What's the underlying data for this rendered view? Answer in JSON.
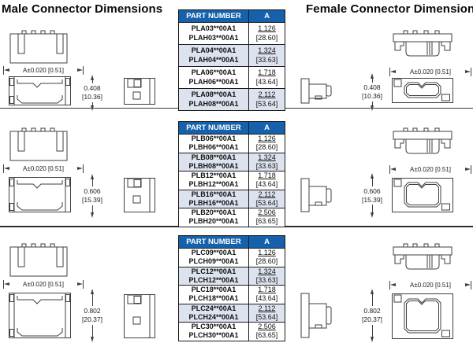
{
  "page": {
    "male_title": "Male Connector Dimensions",
    "female_title": "Female Connector Dimensions"
  },
  "table_header": {
    "part_number": "PART NUMBER",
    "a": "A"
  },
  "dim_a": "A±0.020 [0.51]",
  "sections": [
    {
      "height_in": "0.408",
      "height_mm": "[10.36]"
    },
    {
      "height_in": "0.606",
      "height_mm": "[15.39]"
    },
    {
      "height_in": "0.802",
      "height_mm": "[20.37]"
    }
  ],
  "tables": [
    {
      "rows": [
        {
          "pn1": "PLA03**00A1",
          "pn2": "PLAH03**00A1",
          "a_in": "1.126",
          "a_mm": "[28.60]"
        },
        {
          "pn1": "PLA04**00A1",
          "pn2": "PLAH04**00A1",
          "a_in": "1.324",
          "a_mm": "[33.63]"
        },
        {
          "pn1": "PLA06**00A1",
          "pn2": "PLAH06**00A1",
          "a_in": "1.718",
          "a_mm": "[43.64]"
        },
        {
          "pn1": "PLA08**00A1",
          "pn2": "PLAH08**00A1",
          "a_in": "2.112",
          "a_mm": "[53.64]"
        }
      ]
    },
    {
      "rows": [
        {
          "pn1": "PLB06**00A1",
          "pn2": "PLBH06**00A1",
          "a_in": "1.126",
          "a_mm": "[28.60]"
        },
        {
          "pn1": "PLB08**00A1",
          "pn2": "PLBH08**00A1",
          "a_in": "1.324",
          "a_mm": "[33.63]"
        },
        {
          "pn1": "PLB12**00A1",
          "pn2": "PLBH12**00A1",
          "a_in": "1.718",
          "a_mm": "[43.64]"
        },
        {
          "pn1": "PLB16**00A1",
          "pn2": "PLBH16**00A1",
          "a_in": "2.112",
          "a_mm": "[53.64]"
        },
        {
          "pn1": "PLB20**00A1",
          "pn2": "PLBH20**00A1",
          "a_in": "2.506",
          "a_mm": "[63.65]"
        }
      ]
    },
    {
      "rows": [
        {
          "pn1": "PLC09**00A1",
          "pn2": "PLCH09**00A1",
          "a_in": "1.126",
          "a_mm": "[28.60]"
        },
        {
          "pn1": "PLC12**00A1",
          "pn2": "PLCH12**00A1",
          "a_in": "1.324",
          "a_mm": "[33.63]"
        },
        {
          "pn1": "PLC18**00A1",
          "pn2": "PLCH18**00A1",
          "a_in": "1.718",
          "a_mm": "[43.64]"
        },
        {
          "pn1": "PLC24**00A1",
          "pn2": "PLCH24**00A1",
          "a_in": "2.112",
          "a_mm": "[53.64]"
        },
        {
          "pn1": "PLC30**00A1",
          "pn2": "PLCH30**00A1",
          "a_in": "2.506",
          "a_mm": "[63.65]"
        }
      ]
    }
  ],
  "colors": {
    "header_blue": "#1561ab",
    "row_alt": "#dde3ee",
    "line": "#3f3f3f"
  }
}
